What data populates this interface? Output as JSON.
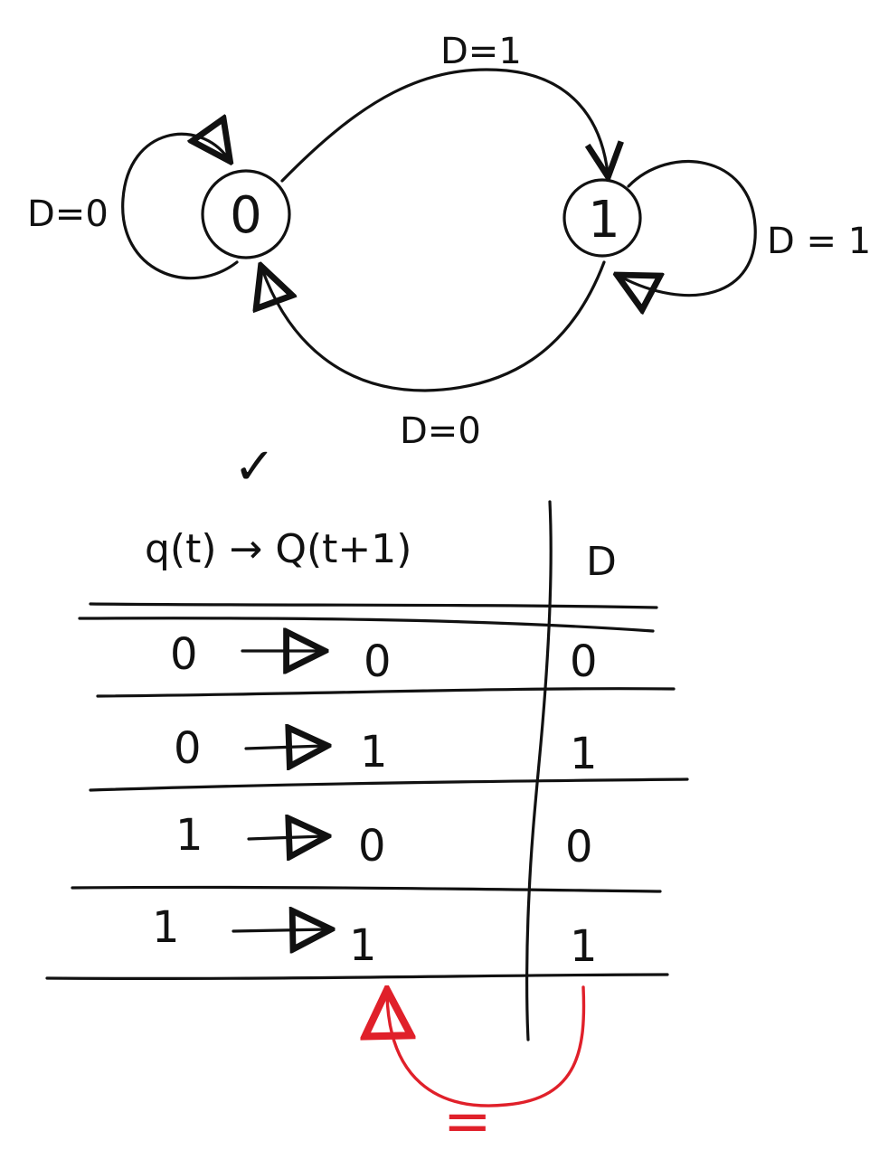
{
  "diagram": {
    "states": [
      {
        "id": "s0",
        "label": "0"
      },
      {
        "id": "s1",
        "label": "1"
      }
    ],
    "transitions": [
      {
        "id": "t00",
        "from": "s0",
        "to": "s0",
        "label": "D=0"
      },
      {
        "id": "t01",
        "from": "s0",
        "to": "s1",
        "label": "D=1"
      },
      {
        "id": "t11",
        "from": "s1",
        "to": "s1",
        "label": "D = 1"
      },
      {
        "id": "t10",
        "from": "s1",
        "to": "s0",
        "label": "D=0"
      }
    ],
    "checkmark": "✓"
  },
  "table": {
    "headers": {
      "transition": "q(t) → Q(t+1)",
      "input": "D"
    },
    "rows": [
      {
        "from": "0",
        "to": "0",
        "d": "0"
      },
      {
        "from": "0",
        "to": "1",
        "d": "1"
      },
      {
        "from": "1",
        "to": "0",
        "d": "0"
      },
      {
        "from": "1",
        "to": "1",
        "d": "1"
      }
    ],
    "equality_note": "="
  },
  "colors": {
    "ink": "#111111",
    "annotation": "#e0202a"
  }
}
